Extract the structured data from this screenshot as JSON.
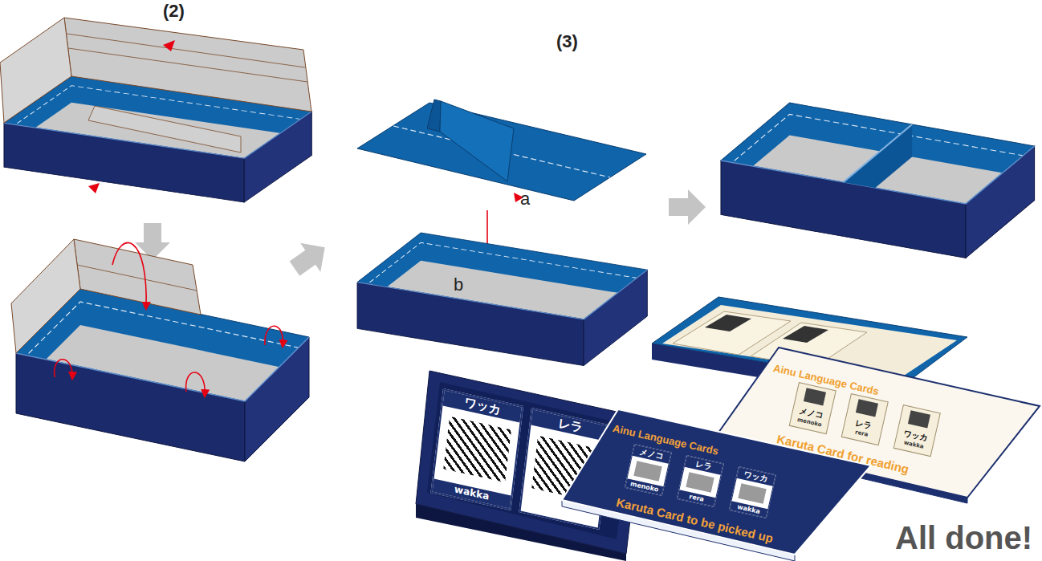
{
  "diagram": {
    "nodes": [
      {
        "text": [
          "Ainu Language Cards",
          "Karuta Card to be picked up"
        ]
      },
      {
        "text": [
          "メノコ",
          "menoko"
        ],
        "in": 0
      },
      {
        "text": [
          "レラ",
          "rera"
        ],
        "in": 0
      },
      {
        "text": [
          "ワッカ",
          "wakka"
        ],
        "in": 0
      },
      {
        "text": [
          "Ainu Language Cards",
          "Karuta Card for reading"
        ]
      },
      {
        "text": [
          "メノコ",
          "menoko"
        ],
        "in": 4
      },
      {
        "text": [
          "レラ",
          "rera"
        ],
        "in": 4
      },
      {
        "text": [
          "ワッカ",
          "wakka"
        ],
        "in": 4
      },
      {
        "text": [
          "ワッカ",
          "wakka"
        ]
      },
      {
        "text": [
          "レラ"
        ]
      }
    ],
    "labels": [
      "(2)",
      "(3)",
      "a",
      "b",
      "All done!"
    ]
  }
}
